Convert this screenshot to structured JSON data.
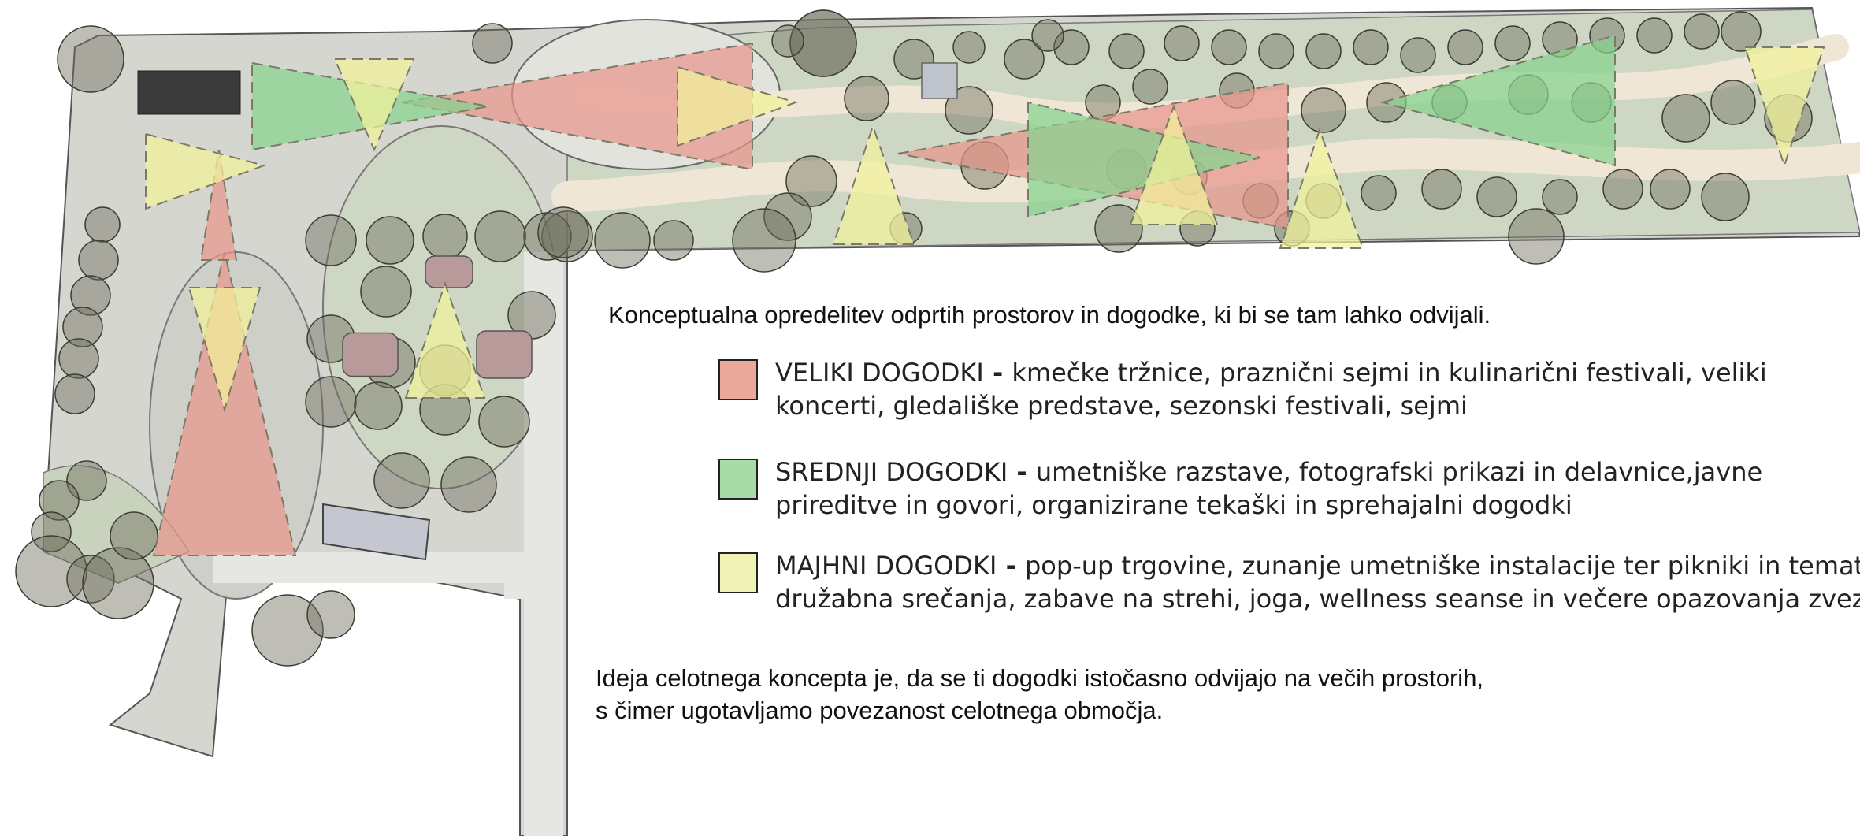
{
  "heading": "Konceptualna opredelitev odprtih prostorov in dogodke, ki bi se tam lahko odvijali.",
  "legend": [
    {
      "title": "VELIKI DOGODKI",
      "separator": " - ",
      "line1": " kmečke tržnice, praznični sejmi in kulinarični festivali, veliki",
      "line2": "koncerti, gledališke predstave, sezonski festivali, sejmi",
      "color": "#e8a89a"
    },
    {
      "title": "SREDNJI DOGODKI",
      "separator": " - ",
      "line1": "umetniške razstave, fotografski prikazi in delavnice,javne",
      "line2": "prireditve in govori, organizirane tekaški in sprehajalni dogodki",
      "color": "#a9dba8"
    },
    {
      "title": "MAJHNI DOGODKI",
      "separator": " - ",
      "line1": "pop-up trgovine, zunanje umetniške instalacije ter pikniki in tematska",
      "line2": "družabna srečanja, zabave na strehi, joga, wellness seanse in večere opazovanja zvezd",
      "color": "#eef2b4"
    }
  ],
  "idea": {
    "line1": "Ideja celotnega koncepta je, da se ti dogodki istočasno odvijajo na večih prostorih,",
    "line2": "s čimer ugotavljamo povezanost celotnega območja."
  },
  "map": {
    "colors": {
      "ground": "#d6d6d1",
      "path": "#f0e6d6",
      "lawn": "#cdd7c3",
      "tree_fill": "#6f6f5e",
      "tree_stroke": "#3d3d33",
      "large_event": "#e8958a",
      "medium_event": "#86d38d",
      "small_event": "#f2f39a",
      "playground": "#b89a9a"
    }
  }
}
